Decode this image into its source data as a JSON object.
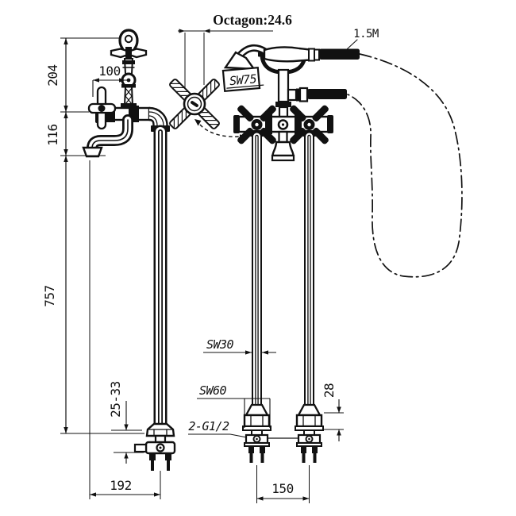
{
  "drawing": {
    "labels": {
      "octagon_detail": "Octagon:24.6",
      "hose_length": "1.5M",
      "handset_wrench": "SW75",
      "column_wrench": "SW30",
      "base_wrench": "SW60",
      "inlet_thread": "2-G1/2"
    },
    "side_view": {
      "dim_upper_height": "204",
      "dim_spout_drop": "116",
      "dim_column_height": "757",
      "dim_handle_offset": "100",
      "dim_floor_range": "25-33",
      "dim_spout_reach": "192"
    },
    "front_view": {
      "dim_base_height": "28",
      "dim_center_distance": "150"
    },
    "colors": {
      "line": "#111111",
      "background": "#ffffff"
    }
  }
}
